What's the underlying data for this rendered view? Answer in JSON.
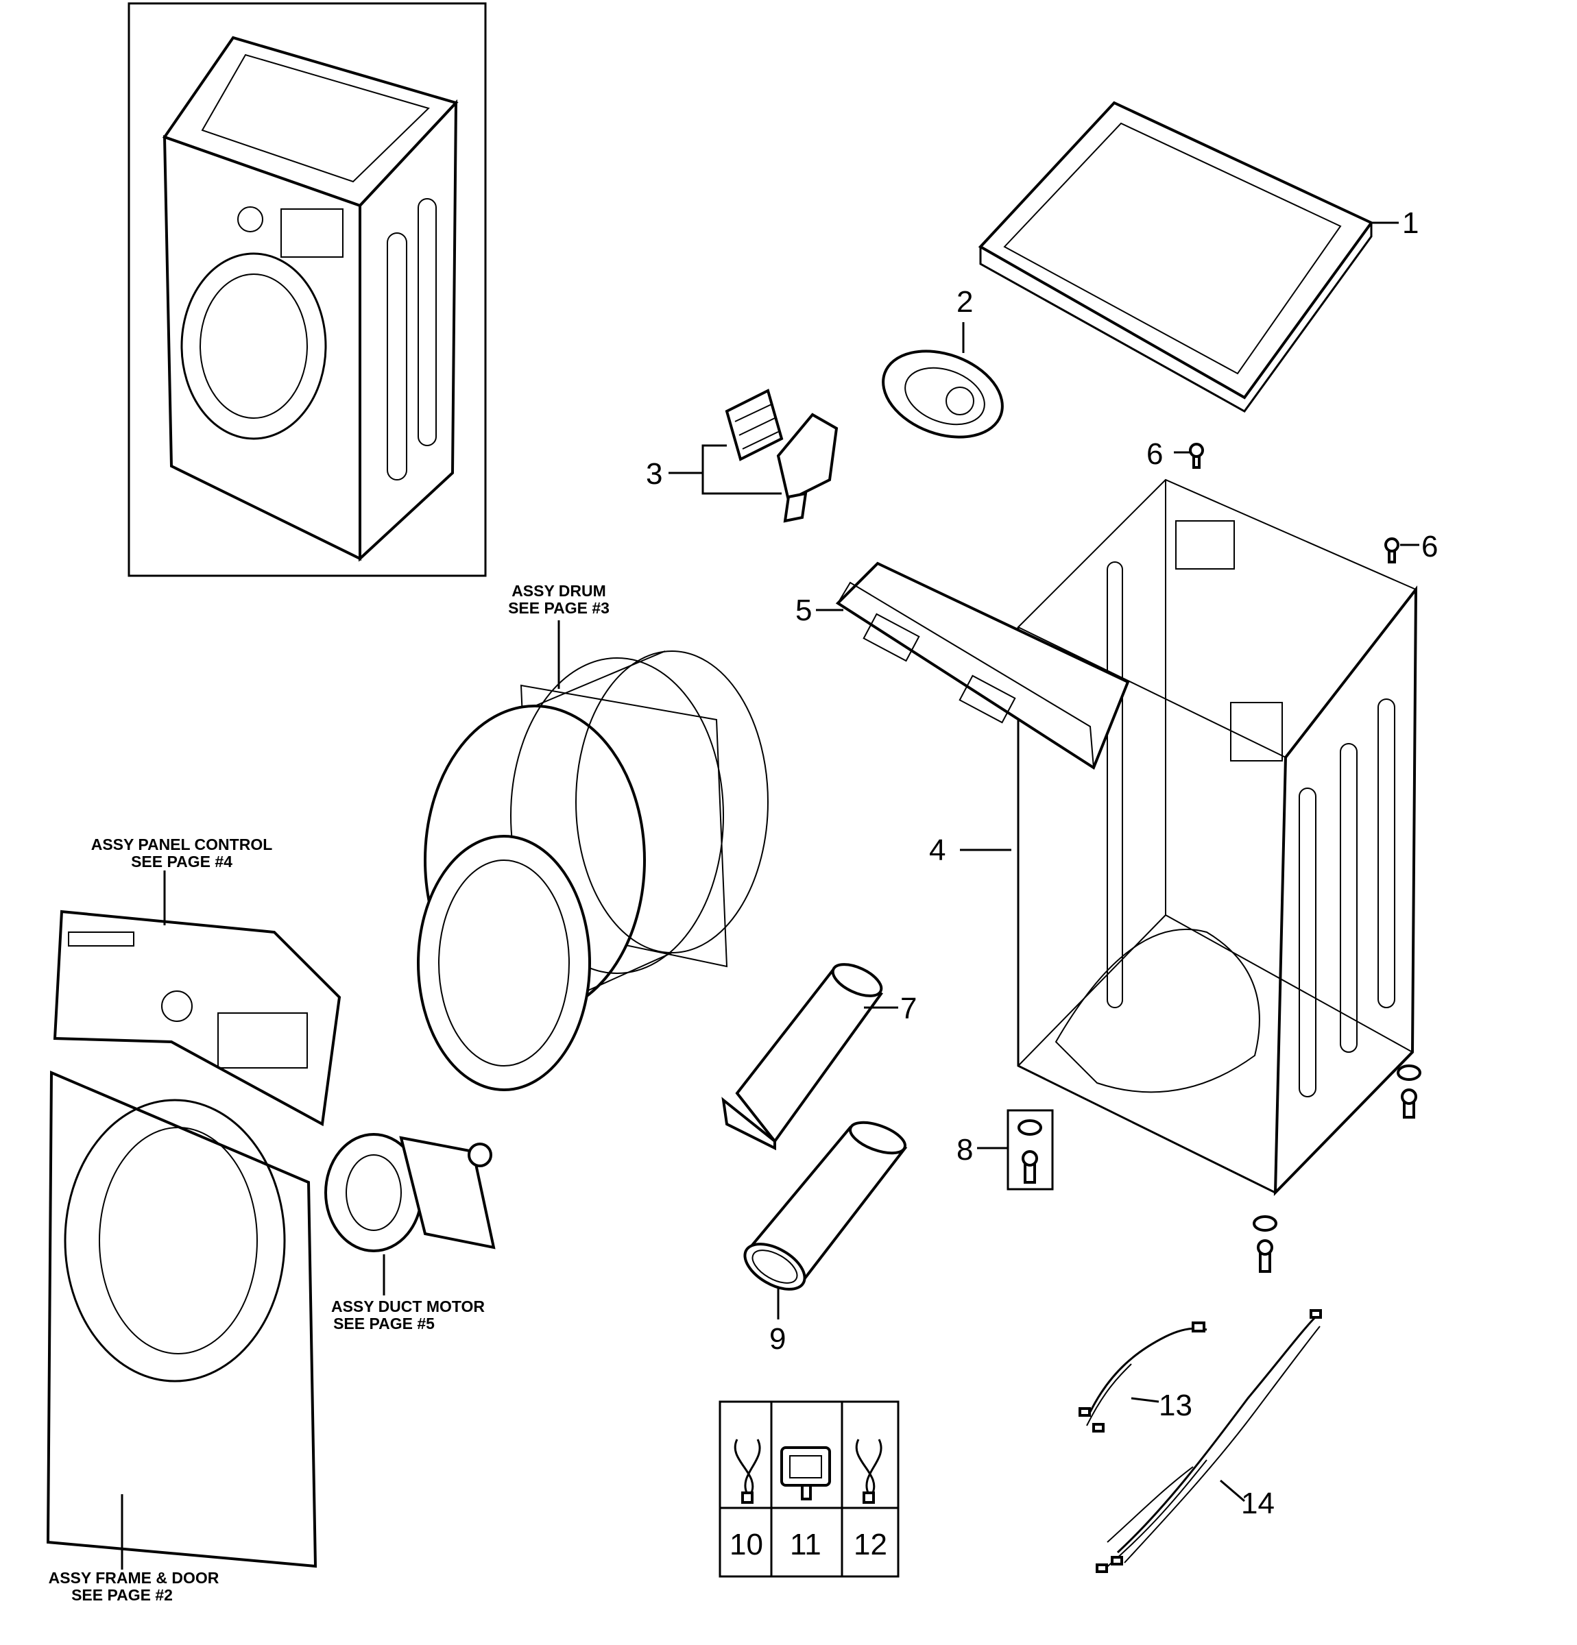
{
  "callouts": {
    "c1": "1",
    "c2": "2",
    "c3": "3",
    "c4": "4",
    "c5": "5",
    "c6a": "6",
    "c6b": "6",
    "c7": "7",
    "c8": "8",
    "c9": "9",
    "c10": "10",
    "c11": "11",
    "c12": "12",
    "c13": "13",
    "c14": "14"
  },
  "assemblies": {
    "drum": {
      "line1": "ASSY DRUM",
      "line2": "SEE PAGE #3"
    },
    "panel_control": {
      "line1": "ASSY PANEL CONTROL",
      "line2": "SEE PAGE #4"
    },
    "duct_motor": {
      "line1": "ASSY DUCT MOTOR",
      "line2": "SEE PAGE #5"
    },
    "frame_door": {
      "line1": "ASSY FRAME & DOOR",
      "line2": "SEE PAGE #2"
    }
  },
  "icons": [
    "assembled-dryer-icon",
    "top-plate-icon",
    "duct-cover-icon",
    "sensor-bracket-icon",
    "cabinet-icon",
    "bracket-rail-icon",
    "screw-icon",
    "heater-assy-icon",
    "leg-foot-icon",
    "exhaust-duct-icon",
    "wire-clamp-icon",
    "wire-holder-icon",
    "harness-icon",
    "drum-assembly-icon",
    "control-panel-icon",
    "duct-motor-icon",
    "front-frame-door-icon"
  ]
}
